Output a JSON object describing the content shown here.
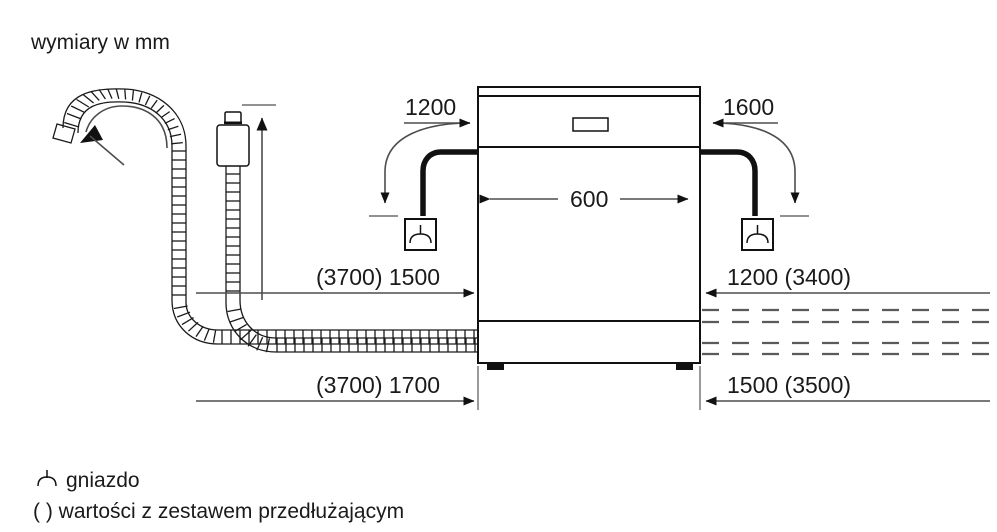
{
  "title": "wymiary w mm",
  "appliance": {
    "name": "dishwasher-front-view",
    "width_label": "600"
  },
  "dimensions": {
    "top_left": "1200",
    "top_right": "1600",
    "mid_left": "(3700) 1500",
    "mid_right": "1200 (3400)",
    "bottom_left": "(3700) 1700",
    "bottom_right": "1500 (3500)"
  },
  "legend": {
    "socket_symbol": "socket-icon",
    "socket_label": "gniazdo",
    "paren_label": "( ) wartości z zestawem przedłużającym"
  },
  "colors": {
    "line": "#111111",
    "thin_line": "#4d4d4d",
    "dash_line": "#5a5a5a",
    "text": "#1a1a1a",
    "background": "#ffffff"
  }
}
